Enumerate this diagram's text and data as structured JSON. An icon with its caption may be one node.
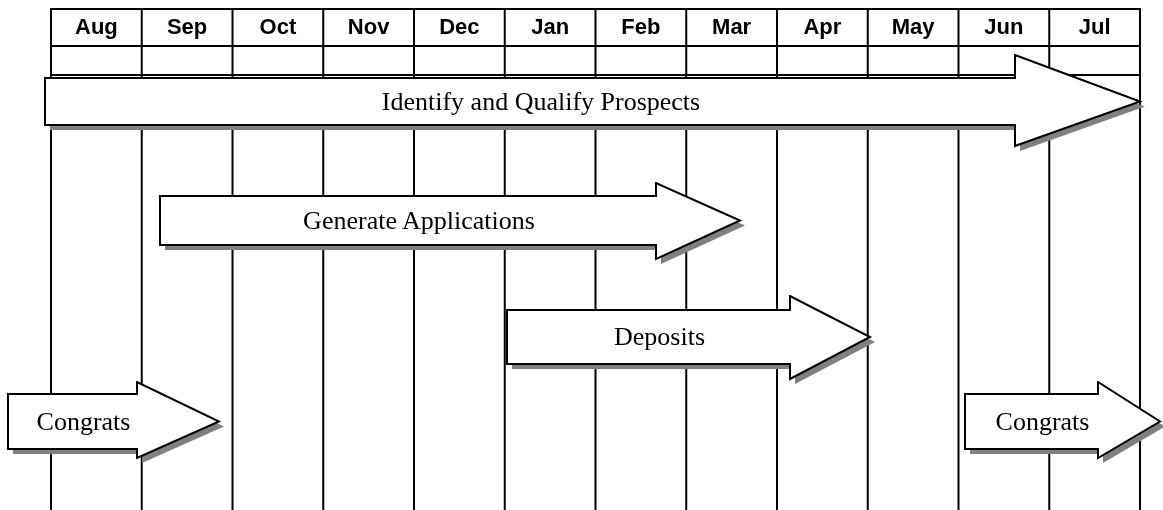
{
  "diagram": {
    "nodes": [
      {
        "text": [
          "Identify and Qualify Prospects"
        ]
      },
      {
        "text": [
          "Generate Applications"
        ]
      },
      {
        "text": [
          "Deposits"
        ]
      },
      {
        "text": [
          "Congrats"
        ]
      },
      {
        "text": [
          "Congrats"
        ]
      }
    ],
    "labels": [
      "Aug",
      "Sep",
      "Oct",
      "Nov",
      "Dec",
      "Jan",
      "Feb",
      "Mar",
      "Apr",
      "May",
      "Jun",
      "Jul"
    ]
  }
}
